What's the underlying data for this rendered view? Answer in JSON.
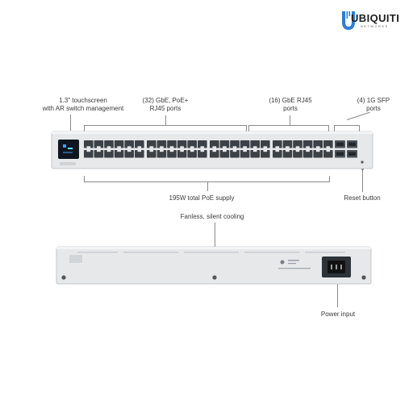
{
  "brand": {
    "name": "UBIQUITI",
    "subtitle": "NETWORKS",
    "logo_icon": "ubiquiti-u-icon",
    "accent": "#2b7fd6"
  },
  "front_panel": {
    "callouts": {
      "touchscreen": [
        "1.3\" touchscreen",
        "with AR switch management"
      ],
      "poe_ports": [
        "(32) GbE, PoE+",
        "RJ45 ports"
      ],
      "gbe_ports": [
        "(16) GbE RJ45",
        "ports"
      ],
      "sfp_ports": [
        "(4) 1G SFP",
        "ports"
      ],
      "power_supply": "195W total PoE supply",
      "reset": "Reset button"
    },
    "port_counts": {
      "poe": 32,
      "gbe": 16,
      "sfp": 4
    }
  },
  "rear_panel": {
    "callouts": {
      "cooling": "Fanless, silent cooling",
      "power": "Power input"
    }
  },
  "colors": {
    "chassis": "#e6e8ea",
    "chassis_edge": "#b9bdc1",
    "port": "#3c4146",
    "screen": "#0f1620",
    "label_line": "#8a8a8a"
  }
}
